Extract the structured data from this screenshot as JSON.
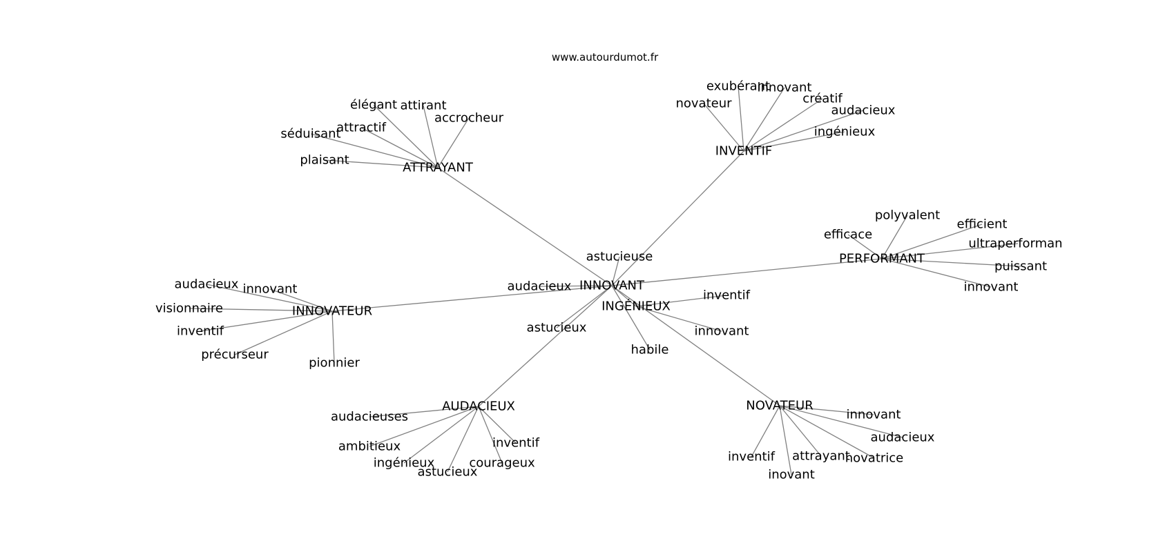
{
  "source_label": "www.autourdumot.fr",
  "center_word": "INNOVANT",
  "hubs": [
    {
      "id": "attrayant",
      "label": "ATTRAYANT"
    },
    {
      "id": "inventif",
      "label": "INVENTIF"
    },
    {
      "id": "performant",
      "label": "PERFORMANT"
    },
    {
      "id": "innovateur",
      "label": "INNOVATEUR"
    },
    {
      "id": "ingenieux",
      "label": "INGÉNIEUX"
    },
    {
      "id": "audacieux",
      "label": "AUDACIEUX"
    },
    {
      "id": "novateur",
      "label": "NOVATEUR"
    }
  ],
  "leaves": [
    {
      "id": "attrayant-elegant",
      "hub": "attrayant",
      "label": "élégant"
    },
    {
      "id": "attrayant-attirant",
      "hub": "attrayant",
      "label": "attirant"
    },
    {
      "id": "attrayant-accrocheur",
      "hub": "attrayant",
      "label": "accrocheur"
    },
    {
      "id": "attrayant-attractif",
      "hub": "attrayant",
      "label": "attractif"
    },
    {
      "id": "attrayant-seduisant",
      "hub": "attrayant",
      "label": "séduisant"
    },
    {
      "id": "attrayant-plaisant",
      "hub": "attrayant",
      "label": "plaisant"
    },
    {
      "id": "inventif-exuberant",
      "hub": "inventif",
      "label": "exubérant"
    },
    {
      "id": "inventif-innovant",
      "hub": "inventif",
      "label": "innovant"
    },
    {
      "id": "inventif-novateur",
      "hub": "inventif",
      "label": "novateur"
    },
    {
      "id": "inventif-creatif",
      "hub": "inventif",
      "label": "créatif"
    },
    {
      "id": "inventif-audacieux",
      "hub": "inventif",
      "label": "audacieux"
    },
    {
      "id": "inventif-ingenieux",
      "hub": "inventif",
      "label": "ingénieux"
    },
    {
      "id": "performant-polyvalent",
      "hub": "performant",
      "label": "polyvalent"
    },
    {
      "id": "performant-efficient",
      "hub": "performant",
      "label": "efficient"
    },
    {
      "id": "performant-efficace",
      "hub": "performant",
      "label": "efficace"
    },
    {
      "id": "performant-ultraperformant",
      "hub": "performant",
      "label": "ultraperformant"
    },
    {
      "id": "performant-puissant",
      "hub": "performant",
      "label": "puissant"
    },
    {
      "id": "performant-innovant",
      "hub": "performant",
      "label": "innovant"
    },
    {
      "id": "center-astucieuse",
      "hub": "center",
      "label": "astucieuse"
    },
    {
      "id": "center-audacieux",
      "hub": "center",
      "label": "audacieux"
    },
    {
      "id": "center-astucieux",
      "hub": "center",
      "label": "astucieux"
    },
    {
      "id": "center-habile",
      "hub": "center",
      "label": "habile"
    },
    {
      "id": "ingenieux-inventif",
      "hub": "ingenieux",
      "label": "inventif"
    },
    {
      "id": "ingenieux-innovant",
      "hub": "ingenieux",
      "label": "innovant"
    },
    {
      "id": "innovateur-audacieux",
      "hub": "innovateur",
      "label": "audacieux"
    },
    {
      "id": "innovateur-innovant",
      "hub": "innovateur",
      "label": "innovant"
    },
    {
      "id": "innovateur-visionnaire",
      "hub": "innovateur",
      "label": "visionnaire"
    },
    {
      "id": "innovateur-inventif",
      "hub": "innovateur",
      "label": "inventif"
    },
    {
      "id": "innovateur-precurseur",
      "hub": "innovateur",
      "label": "précurseur"
    },
    {
      "id": "innovateur-pionnier",
      "hub": "innovateur",
      "label": "pionnier"
    },
    {
      "id": "audacieux-audacieuses",
      "hub": "audacieux",
      "label": "audacieuses"
    },
    {
      "id": "audacieux-ambitieux",
      "hub": "audacieux",
      "label": "ambitieux"
    },
    {
      "id": "audacieux-ingenieux",
      "hub": "audacieux",
      "label": "ingénieux"
    },
    {
      "id": "audacieux-astucieux",
      "hub": "audacieux",
      "label": "astucieux"
    },
    {
      "id": "audacieux-courageux",
      "hub": "audacieux",
      "label": "courageux"
    },
    {
      "id": "audacieux-inventif",
      "hub": "audacieux",
      "label": "inventif"
    },
    {
      "id": "novateur-innovant",
      "hub": "novateur",
      "label": "innovant"
    },
    {
      "id": "novateur-audacieux",
      "hub": "novateur",
      "label": "audacieux"
    },
    {
      "id": "novateur-novatrice",
      "hub": "novateur",
      "label": "novatrice"
    },
    {
      "id": "novateur-attrayant",
      "hub": "novateur",
      "label": "attrayant"
    },
    {
      "id": "novateur-inovant",
      "hub": "novateur",
      "label": "inovant"
    },
    {
      "id": "novateur-inventif",
      "hub": "novateur",
      "label": "inventif"
    }
  ]
}
